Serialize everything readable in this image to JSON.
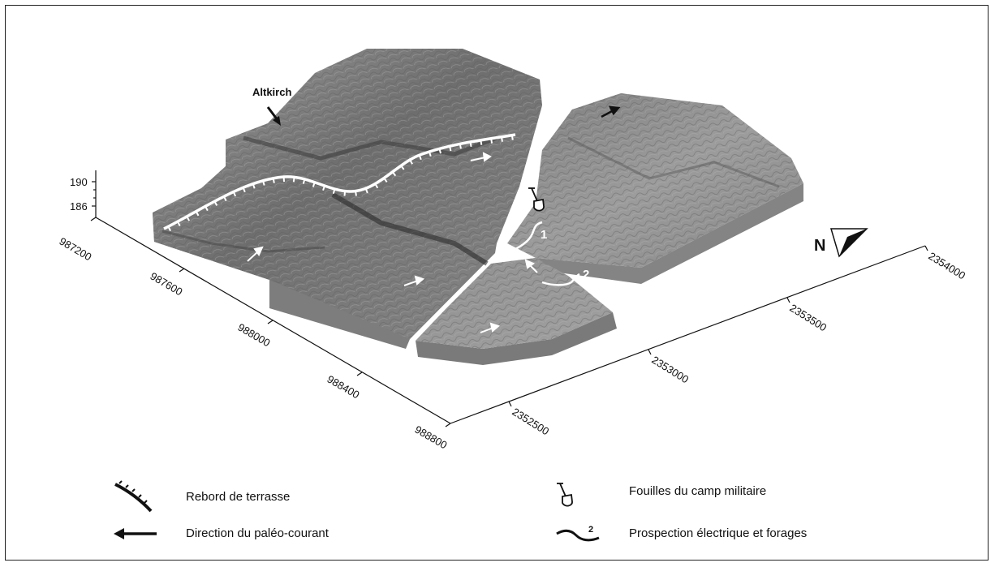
{
  "place_label": "Altkirch",
  "north_label": "N",
  "elevation_ticks": [
    "190",
    "186"
  ],
  "x_axis_ticks": [
    "987200",
    "987600",
    "988000",
    "988400",
    "988800"
  ],
  "y_axis_ticks": [
    "2352500",
    "2353000",
    "2353500",
    "2354000"
  ],
  "profile_labels": [
    "1",
    "2"
  ],
  "legend": {
    "terrace": "Rebord de terrasse",
    "current": "Direction du paléo-courant",
    "excavation": "Fouilles du camp militaire",
    "survey": "Prospection électrique et forages",
    "survey_number": "2"
  },
  "colors": {
    "terrain_light": "#a8a8a8",
    "terrain_dark": "#5a5a5a",
    "side_wall": "#8c8c8c",
    "line": "#111111",
    "marker_white": "#ffffff"
  }
}
